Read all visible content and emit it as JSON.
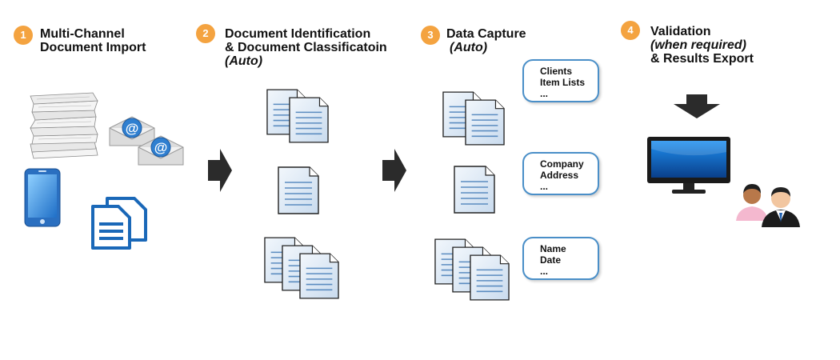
{
  "steps": [
    {
      "number": "1",
      "line1": "Multi-Channel",
      "line2": "Document Import"
    },
    {
      "number": "2",
      "line1": "Document Identification",
      "line2": "& Document Classificatoin",
      "line3": "(Auto)"
    },
    {
      "number": "3",
      "line1": "Data Capture",
      "line2": "(Auto)"
    },
    {
      "number": "4",
      "line1": "Validation",
      "line2": "(when required)",
      "line3": "& Results Export"
    }
  ],
  "bubbles": [
    {
      "line1": "Clients",
      "line2": "Item Lists",
      "line3": "..."
    },
    {
      "line1": "Company",
      "line2": "Address",
      "line3": "..."
    },
    {
      "line1": "Name",
      "line2": "Date",
      "line3": "..."
    }
  ],
  "icons": {
    "paper_stack": "paper-stack-icon",
    "email": "email-icon",
    "phone": "smartphone-icon",
    "documents": "documents-icon",
    "monitor": "monitor-icon",
    "users": "users-icon"
  },
  "colors": {
    "badge": "#f4a340",
    "bubble_border": "#4a8fc8",
    "doc_fill": "#dde9f5",
    "arrow": "#2b2b2b"
  }
}
